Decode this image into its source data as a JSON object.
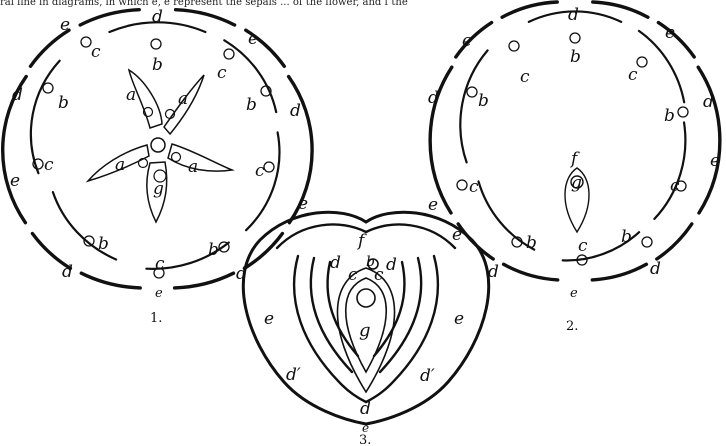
{
  "caption_fragment": "ral line in diagrams, in which e, e represent the sepals ... of the flower, and f the",
  "figures": {
    "fig1": {
      "number": "1.",
      "labels": {
        "d_top": "d",
        "e_top_left": "e",
        "e_top_right": "e",
        "c_top_left": "c",
        "b_top": "b",
        "c_top_right": "c",
        "d_left": "d",
        "b_left": "b",
        "c_left": "c",
        "e_left": "e",
        "b_bottom_left": "b",
        "d_bottom_left": "d",
        "c_bottom": "c",
        "e_bottom": "e",
        "d_right_top": "d",
        "b_right": "b",
        "c_right": "c",
        "e_right": "e",
        "b_bottom_right": "b",
        "d_bottom_right": "d",
        "a_top_left": "a",
        "a_top_right": "a",
        "a_left": "a",
        "a_right": "a",
        "g_center": "g"
      }
    },
    "fig2": {
      "number": "2.",
      "labels": {
        "d_top": "d",
        "b_top": "b",
        "e_top_left": "e",
        "e_top_right": "e",
        "c_top_left": "c",
        "c_top_right": "c",
        "d_left": "d",
        "b_left": "b",
        "c_left": "c",
        "e_left": "e",
        "b_bottom_left": "b",
        "d_bottom_left": "d",
        "c_bottom": "c",
        "e_bottom": "e",
        "d_right": "d",
        "b_right": "b",
        "c_right": "c",
        "e_right": "e",
        "b_bottom_right": "b",
        "d_bottom_right": "d",
        "f_center": "f",
        "g_center": "g"
      }
    },
    "fig3": {
      "number": "3.",
      "labels": {
        "f_top": "f",
        "b_top": "b",
        "e_top_right": "e",
        "e_left": "e",
        "e_right": "e",
        "d_inner_left": "d",
        "c_inner_left": "c",
        "c_inner_right": "c",
        "d_inner_right": "d",
        "g_center": "g",
        "d_prime_left": "d′",
        "d_prime_right": "d′",
        "d_bottom": "d",
        "e_bottom": "e"
      }
    }
  }
}
